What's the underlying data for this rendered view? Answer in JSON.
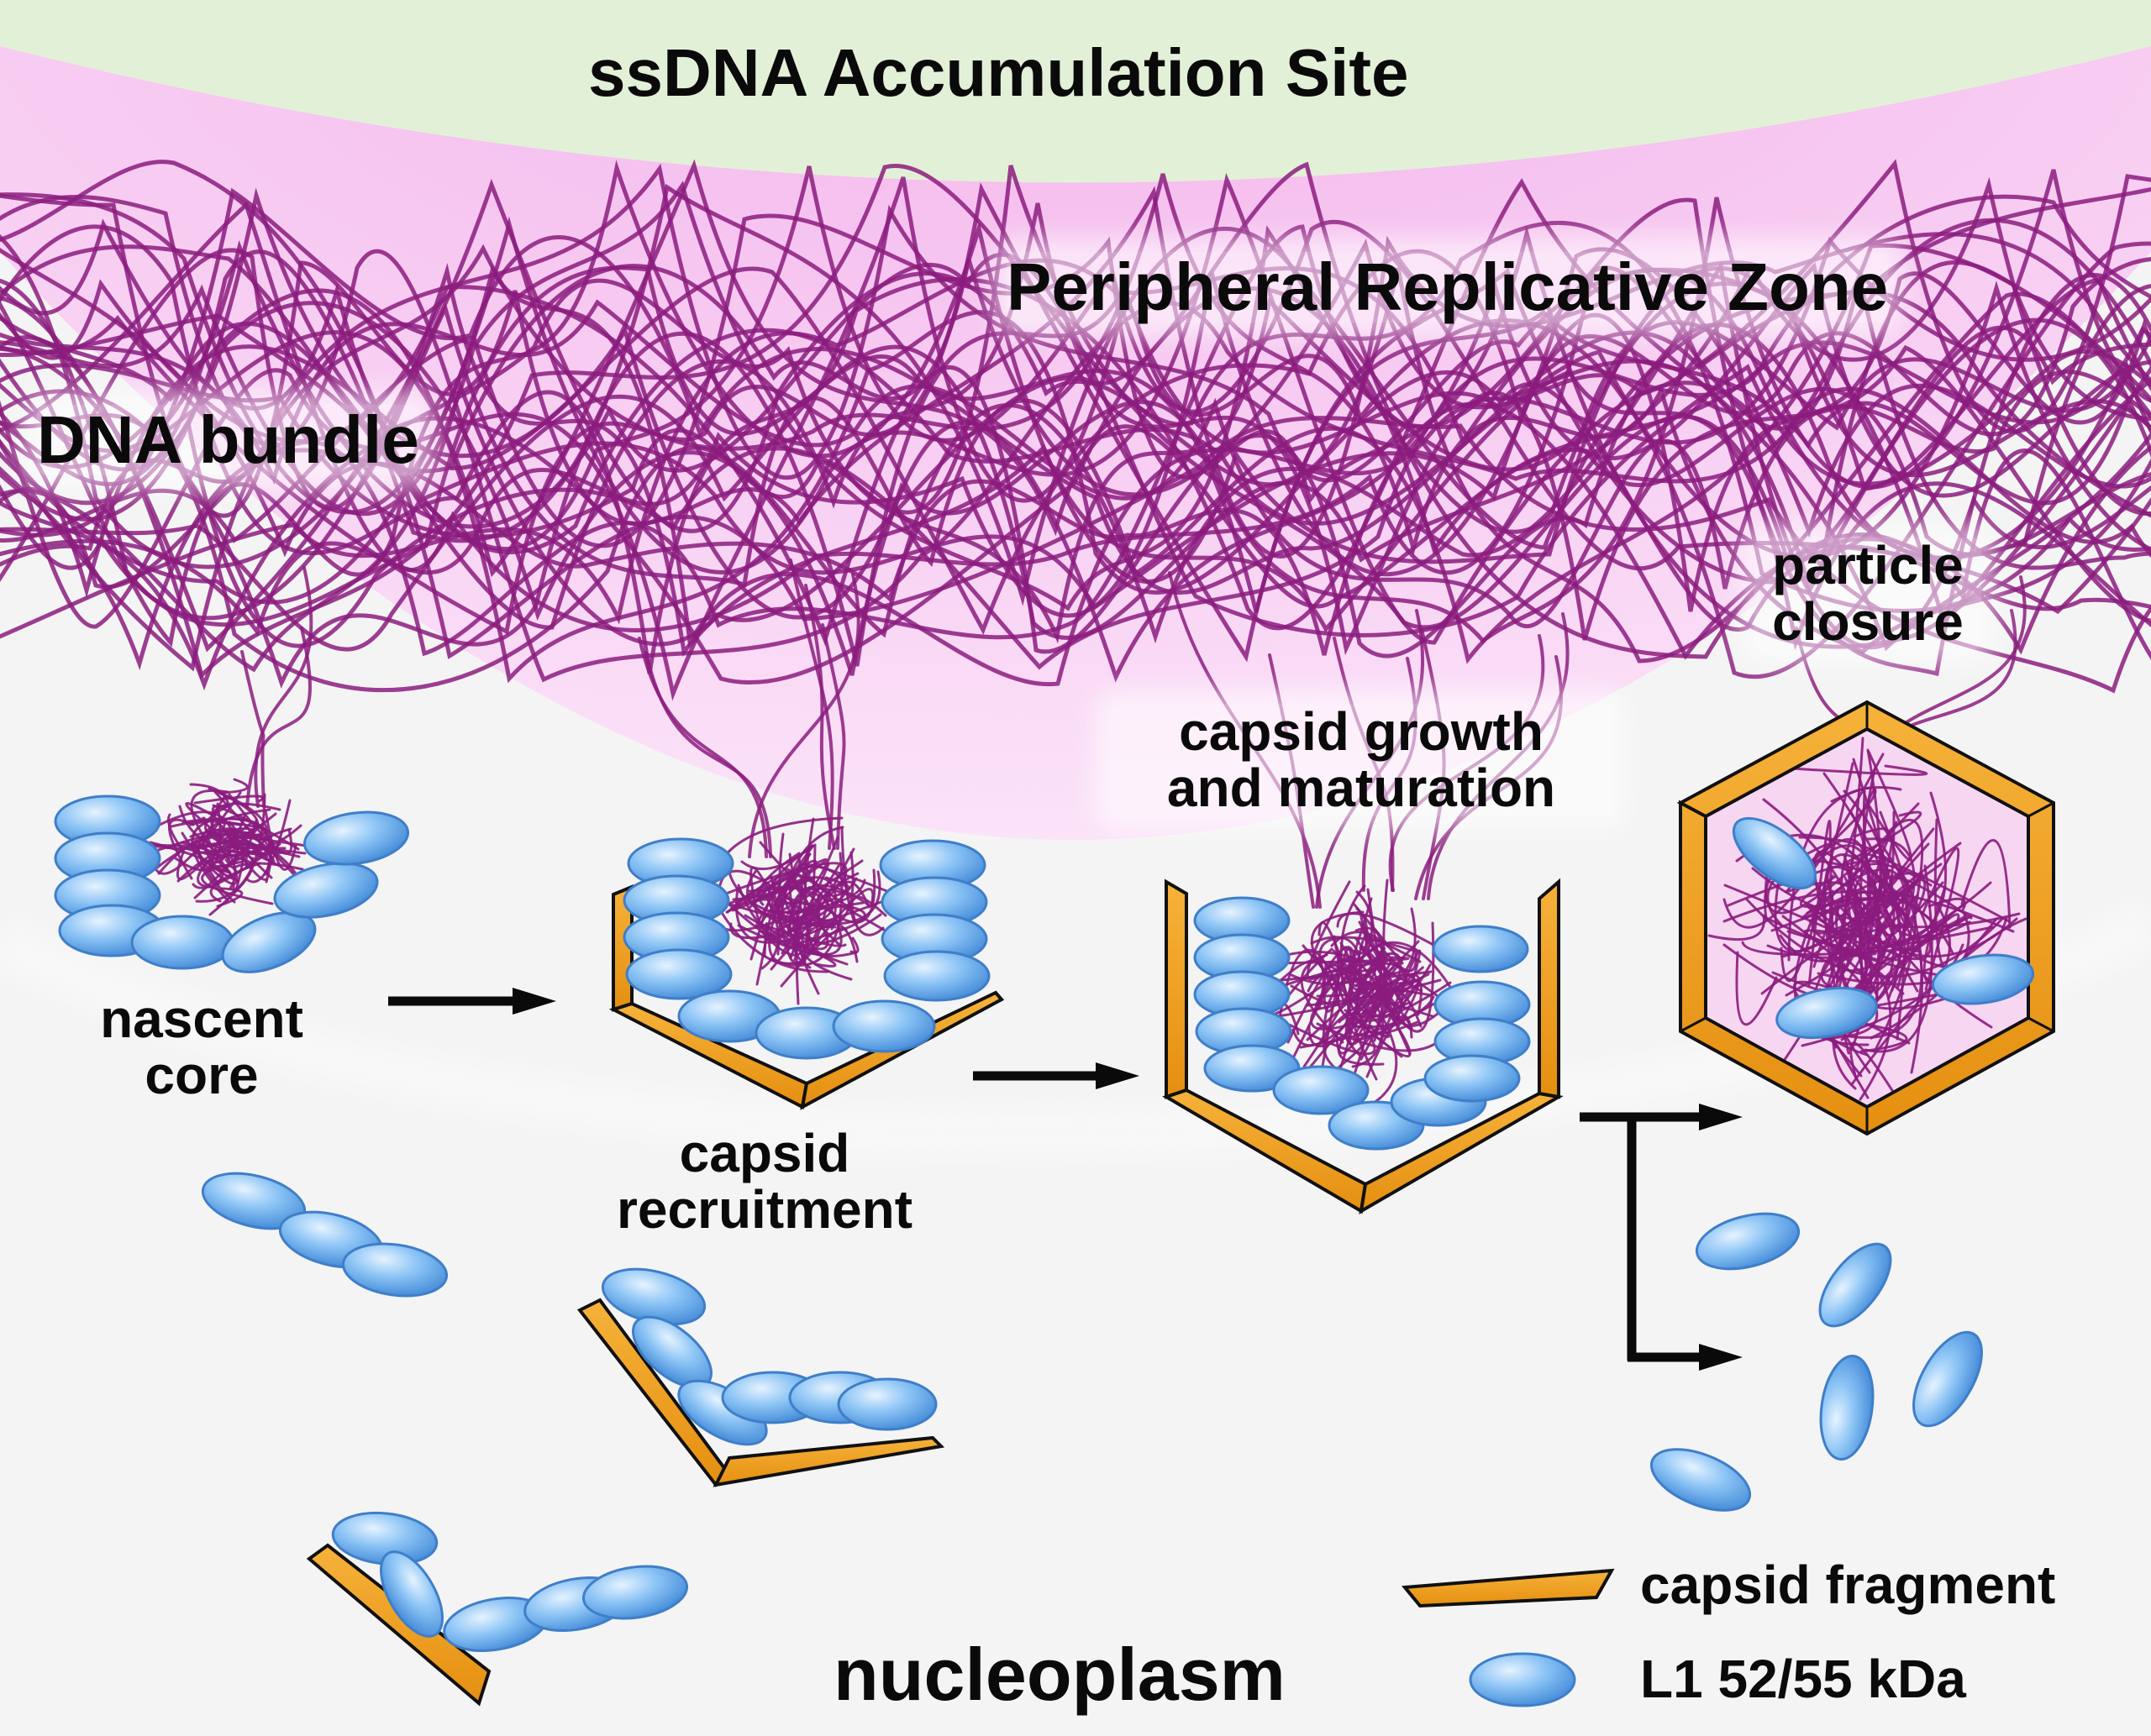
{
  "labels": {
    "ssdna_site": "ssDNA Accumulation Site",
    "peripheral_zone": "Peripheral Replicative Zone",
    "dna_bundle": "DNA bundle",
    "nascent_core_1": "nascent",
    "nascent_core_2": "core",
    "capsid_recruitment_1": "capsid",
    "capsid_recruitment_2": "recruitment",
    "capsid_growth_1": "capsid growth",
    "capsid_growth_2": "and maturation",
    "particle_closure_1": "particle",
    "particle_closure_2": "closure",
    "nucleoplasm": "nucleoplasm"
  },
  "legend": {
    "capsid_fragment": "capsid fragment",
    "l1_protein": "L1 52/55 kDa"
  },
  "colors": {
    "ssdna_zone": "#e3f0d8",
    "replicative_zone": "#f6c8f0",
    "nucleoplasm": "#f4f4f4",
    "dna_strand": "#8b1c7e",
    "capsid_fragment": "#f2a31c",
    "l1_protein": "#6fb0ee",
    "arrow": "#0a0a0a"
  }
}
